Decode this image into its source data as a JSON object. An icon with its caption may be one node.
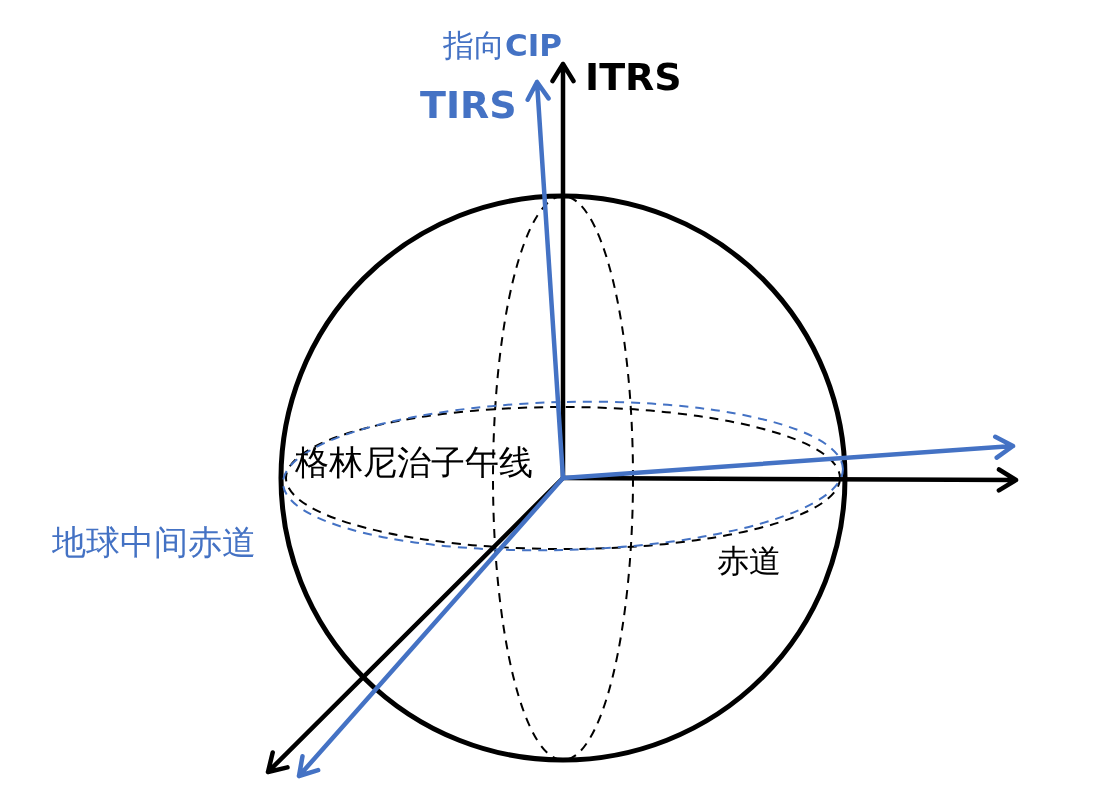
{
  "diagram": {
    "labels": [
      "指向**CIP**",
      "TIRS",
      "ITRS",
      "格林尼治子午线",
      "地球中间赤道",
      "赤道"
    ]
  }
}
